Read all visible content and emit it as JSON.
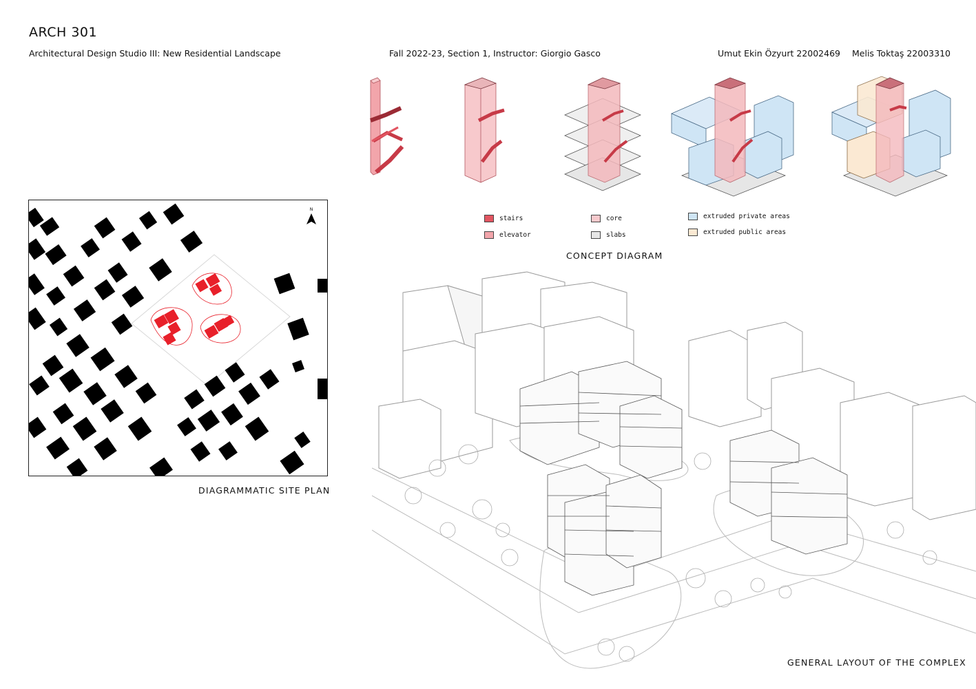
{
  "header": {
    "course_code": "ARCH 301",
    "studio_title": "Architectural Design Studio III: New Residential Landscape",
    "term_info": "Fall 2022-23, Section 1, Instructor: Giorgio Gasco",
    "student_1": "Umut Ekin Özyurt 22002469",
    "student_2": "Melis Toktaş 22003310"
  },
  "site_plan": {
    "caption": "DIAGRAMMATIC SITE PLAN",
    "north_label": "N",
    "highlight_color": "#e8202a"
  },
  "concept": {
    "caption": "CONCEPT DIAGRAM",
    "legend": {
      "stairs": "stairs",
      "elevator": "elevator",
      "core": "core",
      "slabs": "slabs",
      "private": "extruded private areas",
      "public": "extruded public areas"
    },
    "colors": {
      "stairs": "#e25561",
      "elevator": "#f2a5ab",
      "core": "#f7c9cc",
      "slabs": "#e6e6e6",
      "private": "#cfe5f5",
      "public": "#fbe9d3"
    }
  },
  "layout_view": {
    "caption": "GENERAL LAYOUT OF THE COMPLEX"
  }
}
